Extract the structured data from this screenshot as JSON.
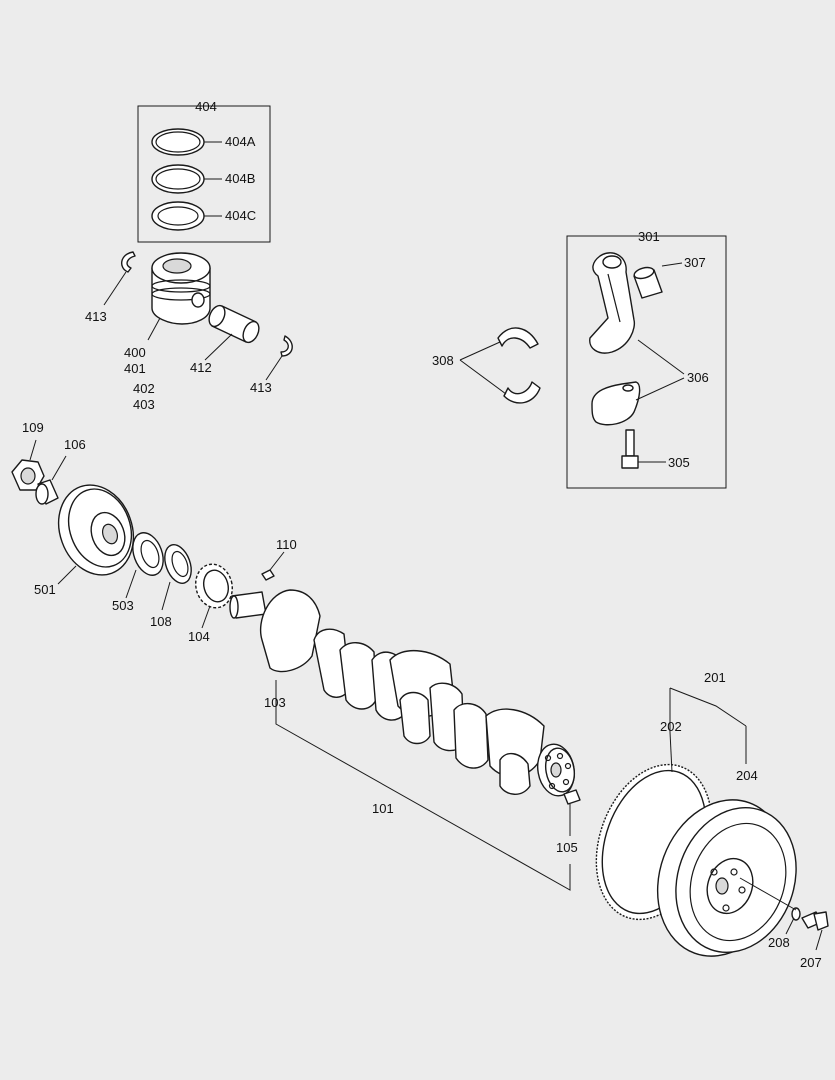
{
  "callouts": {
    "p404": "404",
    "p404A": "404A",
    "p404B": "404B",
    "p404C": "404C",
    "p413a": "413",
    "p413b": "413",
    "p400": "400",
    "p401": "401",
    "p402": "402",
    "p403": "403",
    "p412": "412",
    "p301": "301",
    "p307": "307",
    "p306": "306",
    "p305": "305",
    "p308": "308",
    "p109": "109",
    "p106": "106",
    "p501": "501",
    "p503": "503",
    "p108": "108",
    "p104": "104",
    "p110": "110",
    "p103": "103",
    "p101": "101",
    "p105": "105",
    "p201": "201",
    "p202": "202",
    "p204": "204",
    "p208": "208",
    "p207": "207"
  }
}
